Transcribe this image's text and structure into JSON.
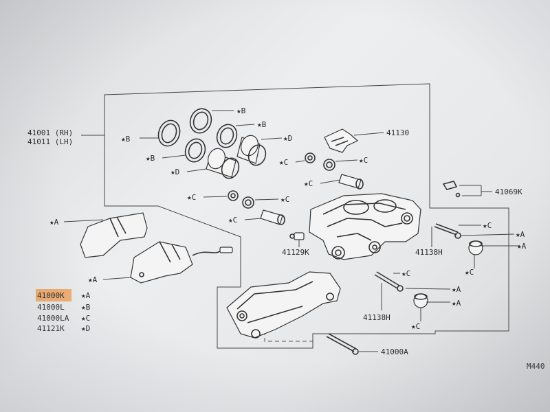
{
  "diagram": {
    "assembly_rh": "41001 (RH)",
    "assembly_lh": "41011 (LH)",
    "page_code": "M440",
    "star": "★",
    "part_labels": {
      "p41130": "41130",
      "p41069k": "41069K",
      "p41129k": "41129K",
      "p41138h_upper": "41138H",
      "p41138h_lower": "41138H",
      "p41000a": "41000A"
    },
    "markers": {
      "b": "B",
      "d": "D",
      "c": "C",
      "a": "A"
    },
    "kit_legend": [
      {
        "part": "41000K",
        "kit": "A"
      },
      {
        "part": "41000L",
        "kit": "B"
      },
      {
        "part": "41000LA",
        "kit": "C"
      },
      {
        "part": "41121K",
        "kit": "D"
      }
    ]
  }
}
